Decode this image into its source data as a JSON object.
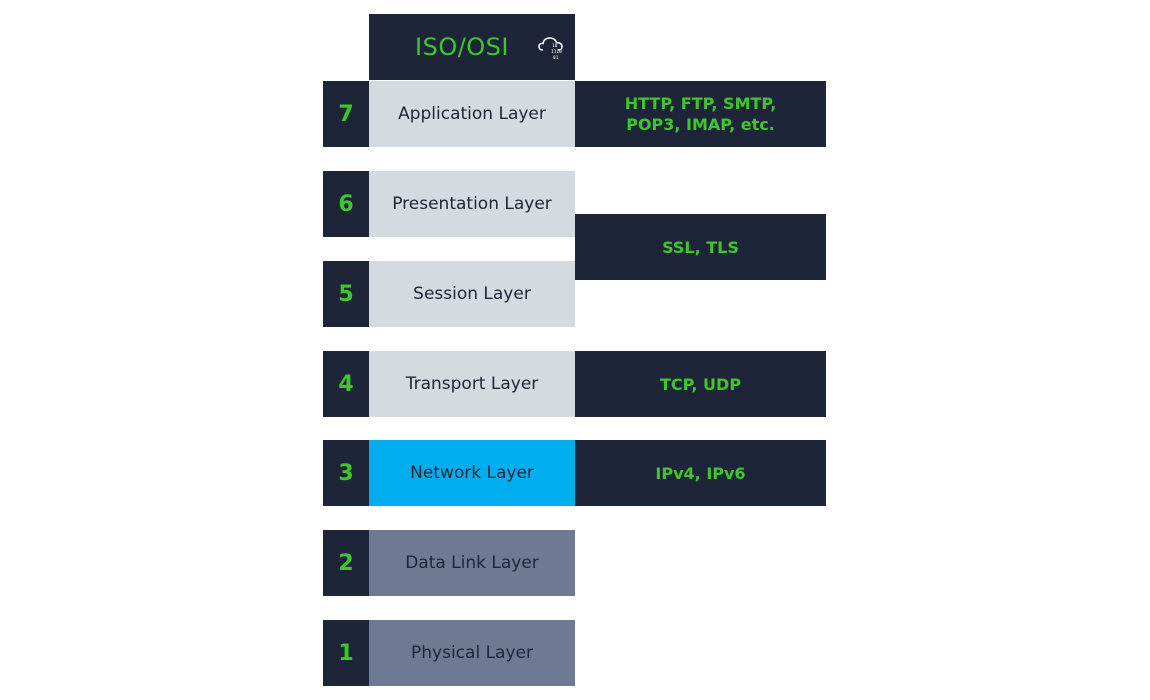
{
  "colors": {
    "dark": "#1e2538",
    "green": "#3cc82a",
    "light": "#d5d9e0",
    "network": "#00aeef",
    "lower": "#6e7a93",
    "name_text": "#1e2538"
  },
  "header": {
    "title": "ISO/OSI",
    "icon": "cloud-binary-icon",
    "icon_text": [
      "10",
      "1110",
      "01"
    ]
  },
  "layers": [
    {
      "number": "7",
      "name": "Application Layer",
      "style": "light"
    },
    {
      "number": "6",
      "name": "Presentation Layer",
      "style": "light"
    },
    {
      "number": "5",
      "name": "Session Layer",
      "style": "light"
    },
    {
      "number": "4",
      "name": "Transport Layer",
      "style": "light"
    },
    {
      "number": "3",
      "name": "Network Layer",
      "style": "network"
    },
    {
      "number": "2",
      "name": "Data Link Layer",
      "style": "lower"
    },
    {
      "number": "1",
      "name": "Physical Layer",
      "style": "lower"
    }
  ],
  "protocols": [
    {
      "text": "HTTP, FTP, SMTP,\nPOP3, IMAP, etc.",
      "layers": [
        "7"
      ]
    },
    {
      "text": "SSL, TLS",
      "layers": [
        "6",
        "5"
      ]
    },
    {
      "text": "TCP, UDP",
      "layers": [
        "4"
      ]
    },
    {
      "text": "IPv4, IPv6",
      "layers": [
        "3"
      ]
    }
  ]
}
